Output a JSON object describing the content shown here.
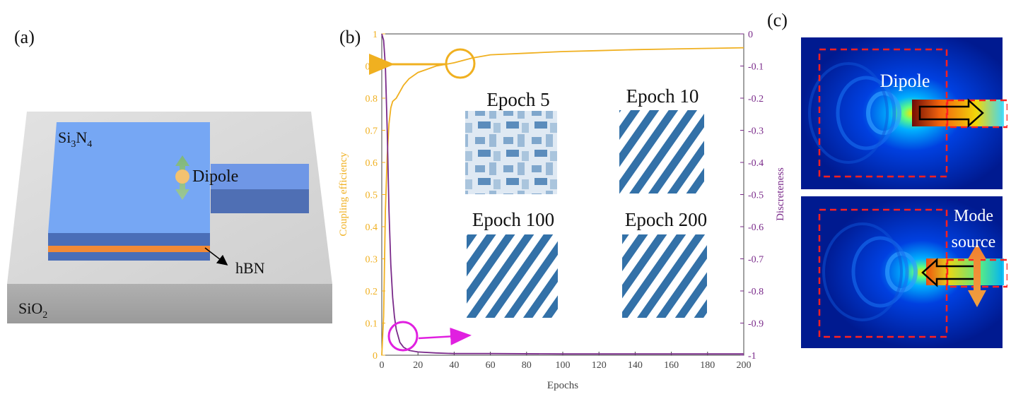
{
  "panels": {
    "a": {
      "label": "(a)",
      "si3n4": {
        "base": "Si",
        "sub1": "3",
        "mid": "N",
        "sub2": "4"
      },
      "dipole": "Dipole",
      "hbn": "hBN",
      "sio2": {
        "base": "SiO",
        "sub": "2"
      }
    },
    "b": {
      "label": "(b)",
      "insets": [
        {
          "title": "Epoch 5"
        },
        {
          "title": "Epoch 10"
        },
        {
          "title": "Epoch 100"
        },
        {
          "title": "Epoch 200"
        }
      ]
    },
    "c": {
      "label": "(c)",
      "top_label": "Dipole",
      "bottom_label": {
        "line1": "Mode",
        "line2": "source"
      }
    }
  },
  "chart_data": {
    "type": "line",
    "xlabel": "Epochs",
    "ylabel_left": "Coupling efficiency",
    "ylabel_right": "Discreteness",
    "xlim": [
      0,
      200
    ],
    "ylim_left": [
      0,
      1
    ],
    "ylim_right": [
      -1,
      0
    ],
    "x_ticks": [
      0,
      20,
      40,
      60,
      80,
      100,
      120,
      140,
      160,
      180,
      200
    ],
    "y_ticks_left": [
      0,
      0.1,
      0.2,
      0.3,
      0.4,
      0.5,
      0.6,
      0.7,
      0.8,
      0.9,
      1
    ],
    "y_ticks_right": [
      0,
      -0.1,
      -0.2,
      -0.3,
      -0.4,
      -0.5,
      -0.6,
      -0.7,
      -0.8,
      -0.9,
      -1
    ],
    "colors": {
      "left": "#f0b020",
      "right": "#7a2a8a",
      "right_circle": "#e020e0"
    },
    "series": [
      {
        "axis": "left",
        "x": [
          0,
          1,
          2,
          3,
          4,
          5,
          6,
          8,
          10,
          12,
          15,
          20,
          25,
          30,
          35,
          40,
          50,
          60,
          80,
          100,
          120,
          140,
          160,
          180,
          200
        ],
        "y": [
          0.0,
          0.12,
          0.45,
          0.62,
          0.72,
          0.77,
          0.79,
          0.8,
          0.82,
          0.84,
          0.86,
          0.88,
          0.89,
          0.9,
          0.905,
          0.91,
          0.925,
          0.935,
          0.94,
          0.945,
          0.948,
          0.951,
          0.953,
          0.955,
          0.957
        ]
      },
      {
        "axis": "right",
        "x": [
          0,
          1,
          2,
          3,
          4,
          5,
          6,
          7,
          8,
          10,
          12,
          15,
          20,
          30,
          40,
          60,
          100,
          150,
          200
        ],
        "y": [
          0,
          -0.02,
          -0.1,
          -0.3,
          -0.55,
          -0.72,
          -0.82,
          -0.88,
          -0.92,
          -0.96,
          -0.975,
          -0.985,
          -0.99,
          -0.993,
          -0.995,
          -0.995,
          -0.996,
          -0.996,
          -0.996
        ]
      }
    ]
  }
}
